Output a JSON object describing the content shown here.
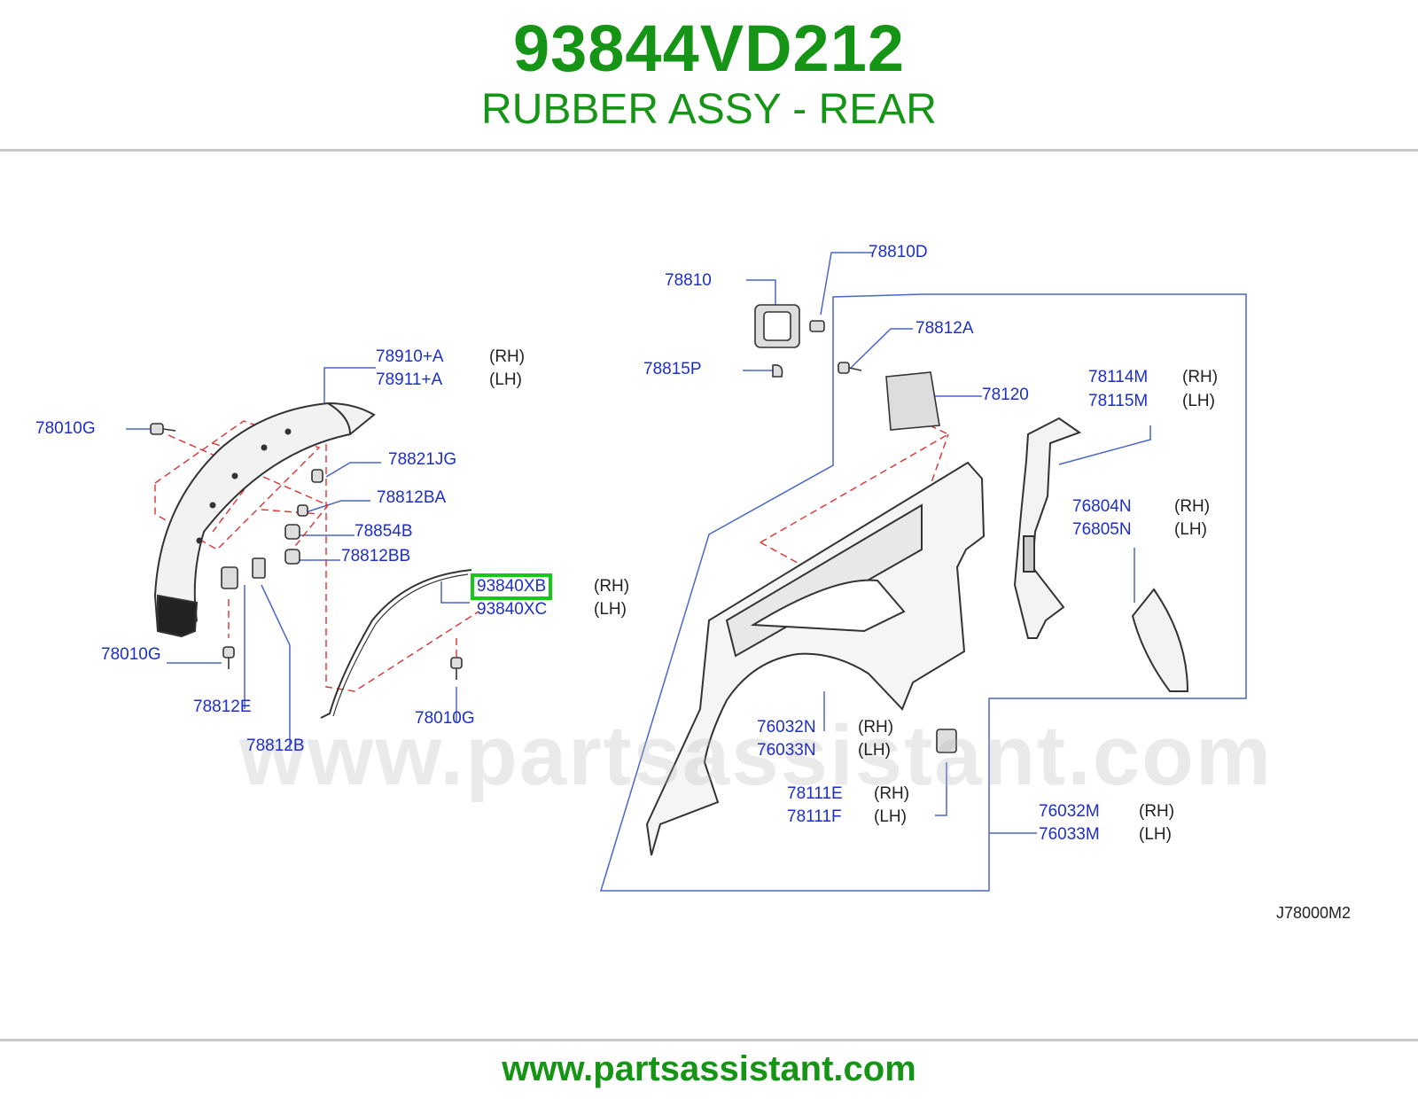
{
  "header": {
    "part_number": "93844VD212",
    "title": "RUBBER ASSY - REAR"
  },
  "watermark": "www.partsassistant.com",
  "footer": {
    "url": "www.partsassistant.com"
  },
  "diagram_code": "J78000M2",
  "labels": {
    "l78810D": "78810D",
    "l78810": "78810",
    "l78812A": "78812A",
    "l78815P": "78815P",
    "l78120": "78120",
    "l78114M": "78114M",
    "l78114M_side": "(RH)",
    "l78115M": "78115M",
    "l78115M_side": "(LH)",
    "l76804N": "76804N",
    "l76804N_side": "(RH)",
    "l76805N": "76805N",
    "l76805N_side": "(LH)",
    "l78910A": "78910+A",
    "l78910A_side": "(RH)",
    "l78911A": "78911+A",
    "l78911A_side": "(LH)",
    "l78010G_a": "78010G",
    "l78821JG": "78821JG",
    "l78812BA": "78812BA",
    "l78854B": "78854B",
    "l78812BB": "78812BB",
    "l93840XB": "93840XB",
    "l93840XB_side": "(RH)",
    "l93840XC": "93840XC",
    "l93840XC_side": "(LH)",
    "l78010G_b": "78010G",
    "l78812E": "78812E",
    "l78812B": "78812B",
    "l78010G_c": "78010G",
    "l76032N": "76032N",
    "l76032N_side": "(RH)",
    "l76033N": "76033N",
    "l76033N_side": "(LH)",
    "l78111E": "78111E",
    "l78111E_side": "(RH)",
    "l78111F": "78111F",
    "l78111F_side": "(LH)",
    "l76032M": "76032M",
    "l76032M_side": "(RH)",
    "l76033M": "76033M",
    "l76033M_side": "(LH)"
  },
  "highlighted_part": "93840XB",
  "colors": {
    "brand_green": "#169416",
    "label_blue": "#1d2fc8",
    "highlight": "#18c818",
    "dashed_red": "#e03030"
  }
}
